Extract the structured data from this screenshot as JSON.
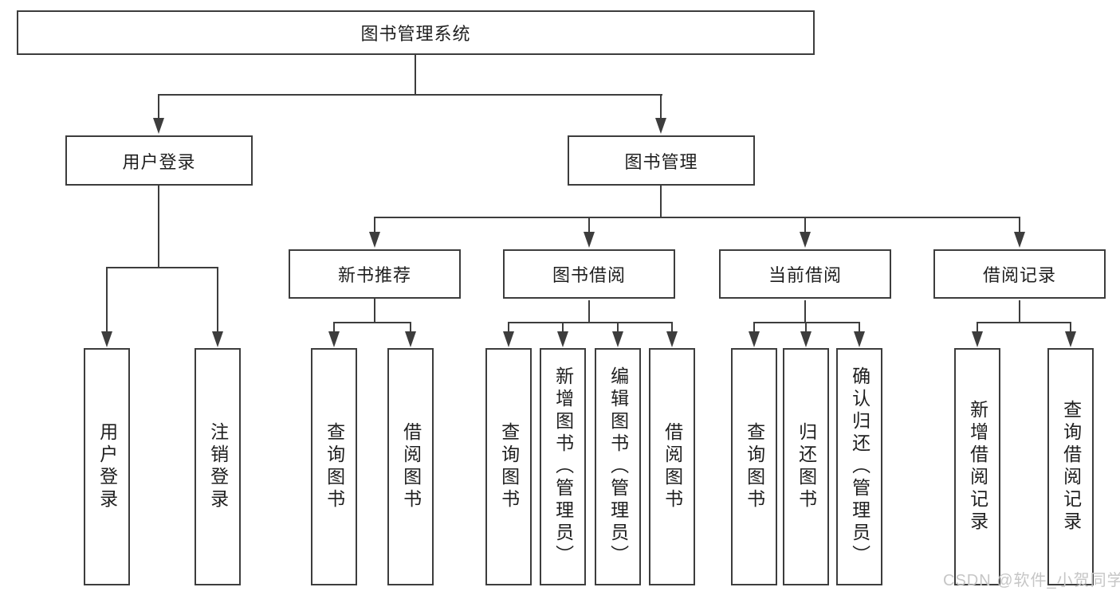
{
  "diagram": {
    "root": {
      "label": "图书管理系统"
    },
    "level2": [
      {
        "label": "用户登录"
      },
      {
        "label": "图书管理"
      }
    ],
    "level3": [
      {
        "label": "新书推荐"
      },
      {
        "label": "图书借阅"
      },
      {
        "label": "当前借阅"
      },
      {
        "label": "借阅记录"
      }
    ],
    "leaves": [
      {
        "label": "用户登录"
      },
      {
        "label": "注销登录"
      },
      {
        "label": "查询图书"
      },
      {
        "label": "借阅图书"
      },
      {
        "label": "查询图书"
      },
      {
        "label": "新增图书（管理员）"
      },
      {
        "label": "编辑图书（管理员）"
      },
      {
        "label": "借阅图书"
      },
      {
        "label": "查询图书"
      },
      {
        "label": "归还图书"
      },
      {
        "label": "确认归还（管理员）"
      },
      {
        "label": "新增借阅记录"
      },
      {
        "label": "查询借阅记录"
      }
    ],
    "watermark": "CSDN @软件_小贺同学",
    "colors": {
      "line": "#3d3d3d",
      "text": "#1f1f1f",
      "watermark": "#c6c6c6",
      "background": "#ffffff"
    }
  }
}
